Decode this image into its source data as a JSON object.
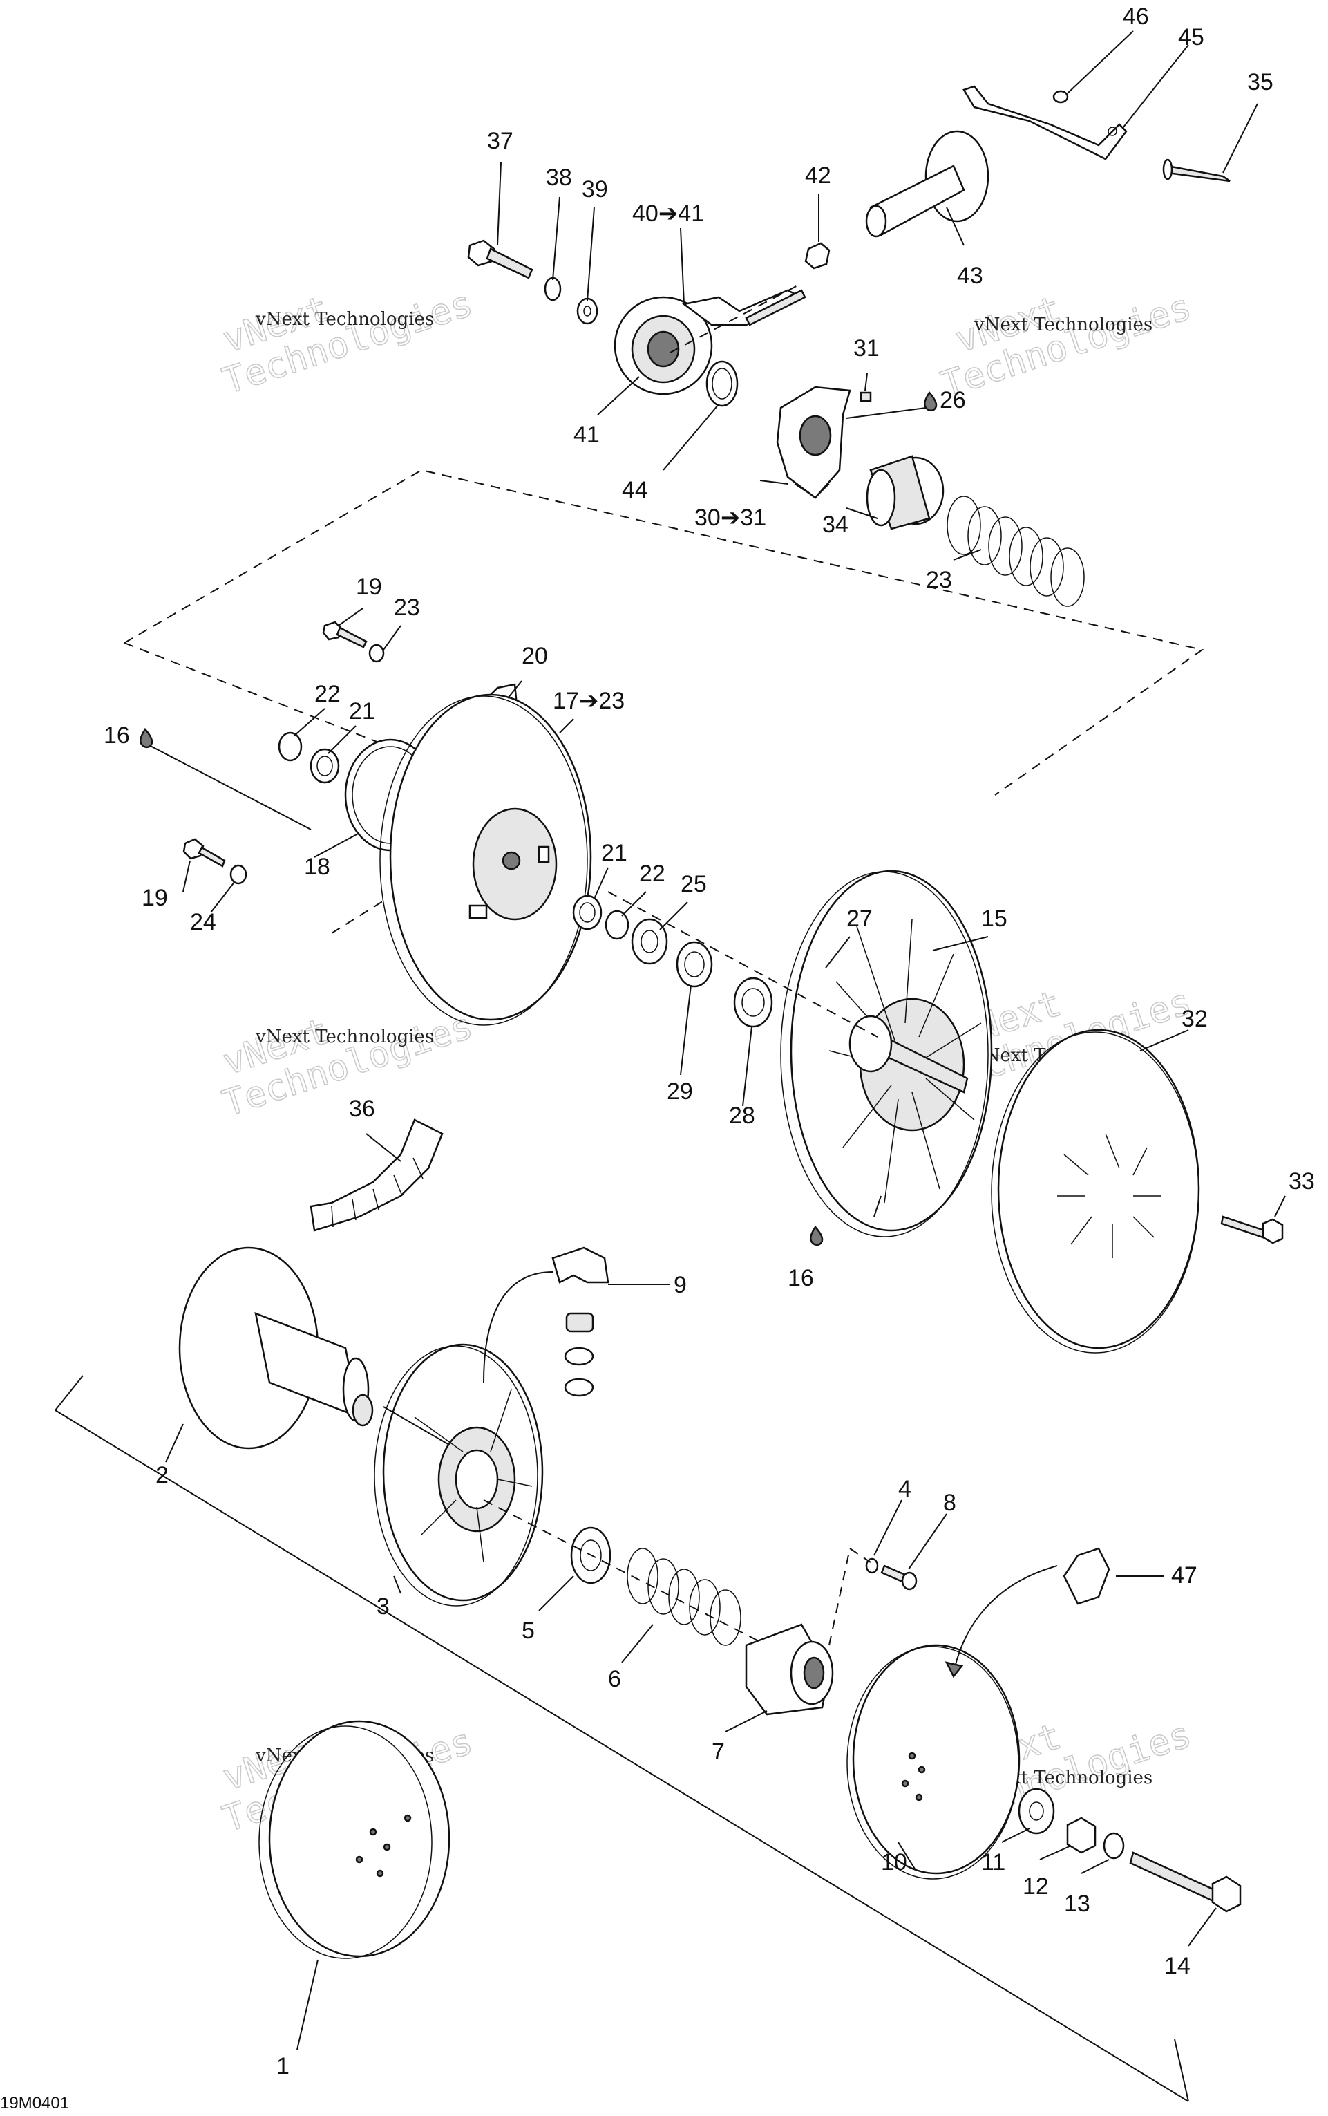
{
  "callouts": [
    {
      "id": "1",
      "text": "1"
    },
    {
      "id": "2",
      "text": "2"
    },
    {
      "id": "3",
      "text": "3"
    },
    {
      "id": "4",
      "text": "4"
    },
    {
      "id": "5",
      "text": "5"
    },
    {
      "id": "6",
      "text": "6"
    },
    {
      "id": "7",
      "text": "7"
    },
    {
      "id": "8",
      "text": "8"
    },
    {
      "id": "9",
      "text": "9"
    },
    {
      "id": "10",
      "text": "10"
    },
    {
      "id": "11",
      "text": "11"
    },
    {
      "id": "12",
      "text": "12"
    },
    {
      "id": "13",
      "text": "13"
    },
    {
      "id": "14",
      "text": "14"
    },
    {
      "id": "15",
      "text": "15"
    },
    {
      "id": "16a",
      "text": "16"
    },
    {
      "id": "16b",
      "text": "16"
    },
    {
      "id": "17-23",
      "text": "17➔23"
    },
    {
      "id": "18",
      "text": "18"
    },
    {
      "id": "19a",
      "text": "19"
    },
    {
      "id": "19b",
      "text": "19"
    },
    {
      "id": "20",
      "text": "20"
    },
    {
      "id": "21a",
      "text": "21"
    },
    {
      "id": "21b",
      "text": "21"
    },
    {
      "id": "22a",
      "text": "22"
    },
    {
      "id": "22b",
      "text": "22"
    },
    {
      "id": "23a",
      "text": "23"
    },
    {
      "id": "23b",
      "text": "23"
    },
    {
      "id": "24",
      "text": "24"
    },
    {
      "id": "25",
      "text": "25"
    },
    {
      "id": "26",
      "text": "26"
    },
    {
      "id": "27",
      "text": "27"
    },
    {
      "id": "28",
      "text": "28"
    },
    {
      "id": "29",
      "text": "29"
    },
    {
      "id": "30-31",
      "text": "30➔31"
    },
    {
      "id": "31",
      "text": "31"
    },
    {
      "id": "32",
      "text": "32"
    },
    {
      "id": "33",
      "text": "33"
    },
    {
      "id": "34",
      "text": "34"
    },
    {
      "id": "35",
      "text": "35"
    },
    {
      "id": "36",
      "text": "36"
    },
    {
      "id": "37",
      "text": "37"
    },
    {
      "id": "38",
      "text": "38"
    },
    {
      "id": "39",
      "text": "39"
    },
    {
      "id": "40-41",
      "text": "40➔41"
    },
    {
      "id": "41",
      "text": "41"
    },
    {
      "id": "42",
      "text": "42"
    },
    {
      "id": "43",
      "text": "43"
    },
    {
      "id": "44",
      "text": "44"
    },
    {
      "id": "45",
      "text": "45"
    },
    {
      "id": "46",
      "text": "46"
    },
    {
      "id": "47",
      "text": "47"
    }
  ],
  "watermark": {
    "line": "vNext Technologies",
    "big": "vNext",
    "big2": "Technologies"
  },
  "drawing_code": "19M0401",
  "colors": {
    "ink": "#111111",
    "paper": "#ffffff",
    "watermark_outline": "#c9c9c9"
  }
}
